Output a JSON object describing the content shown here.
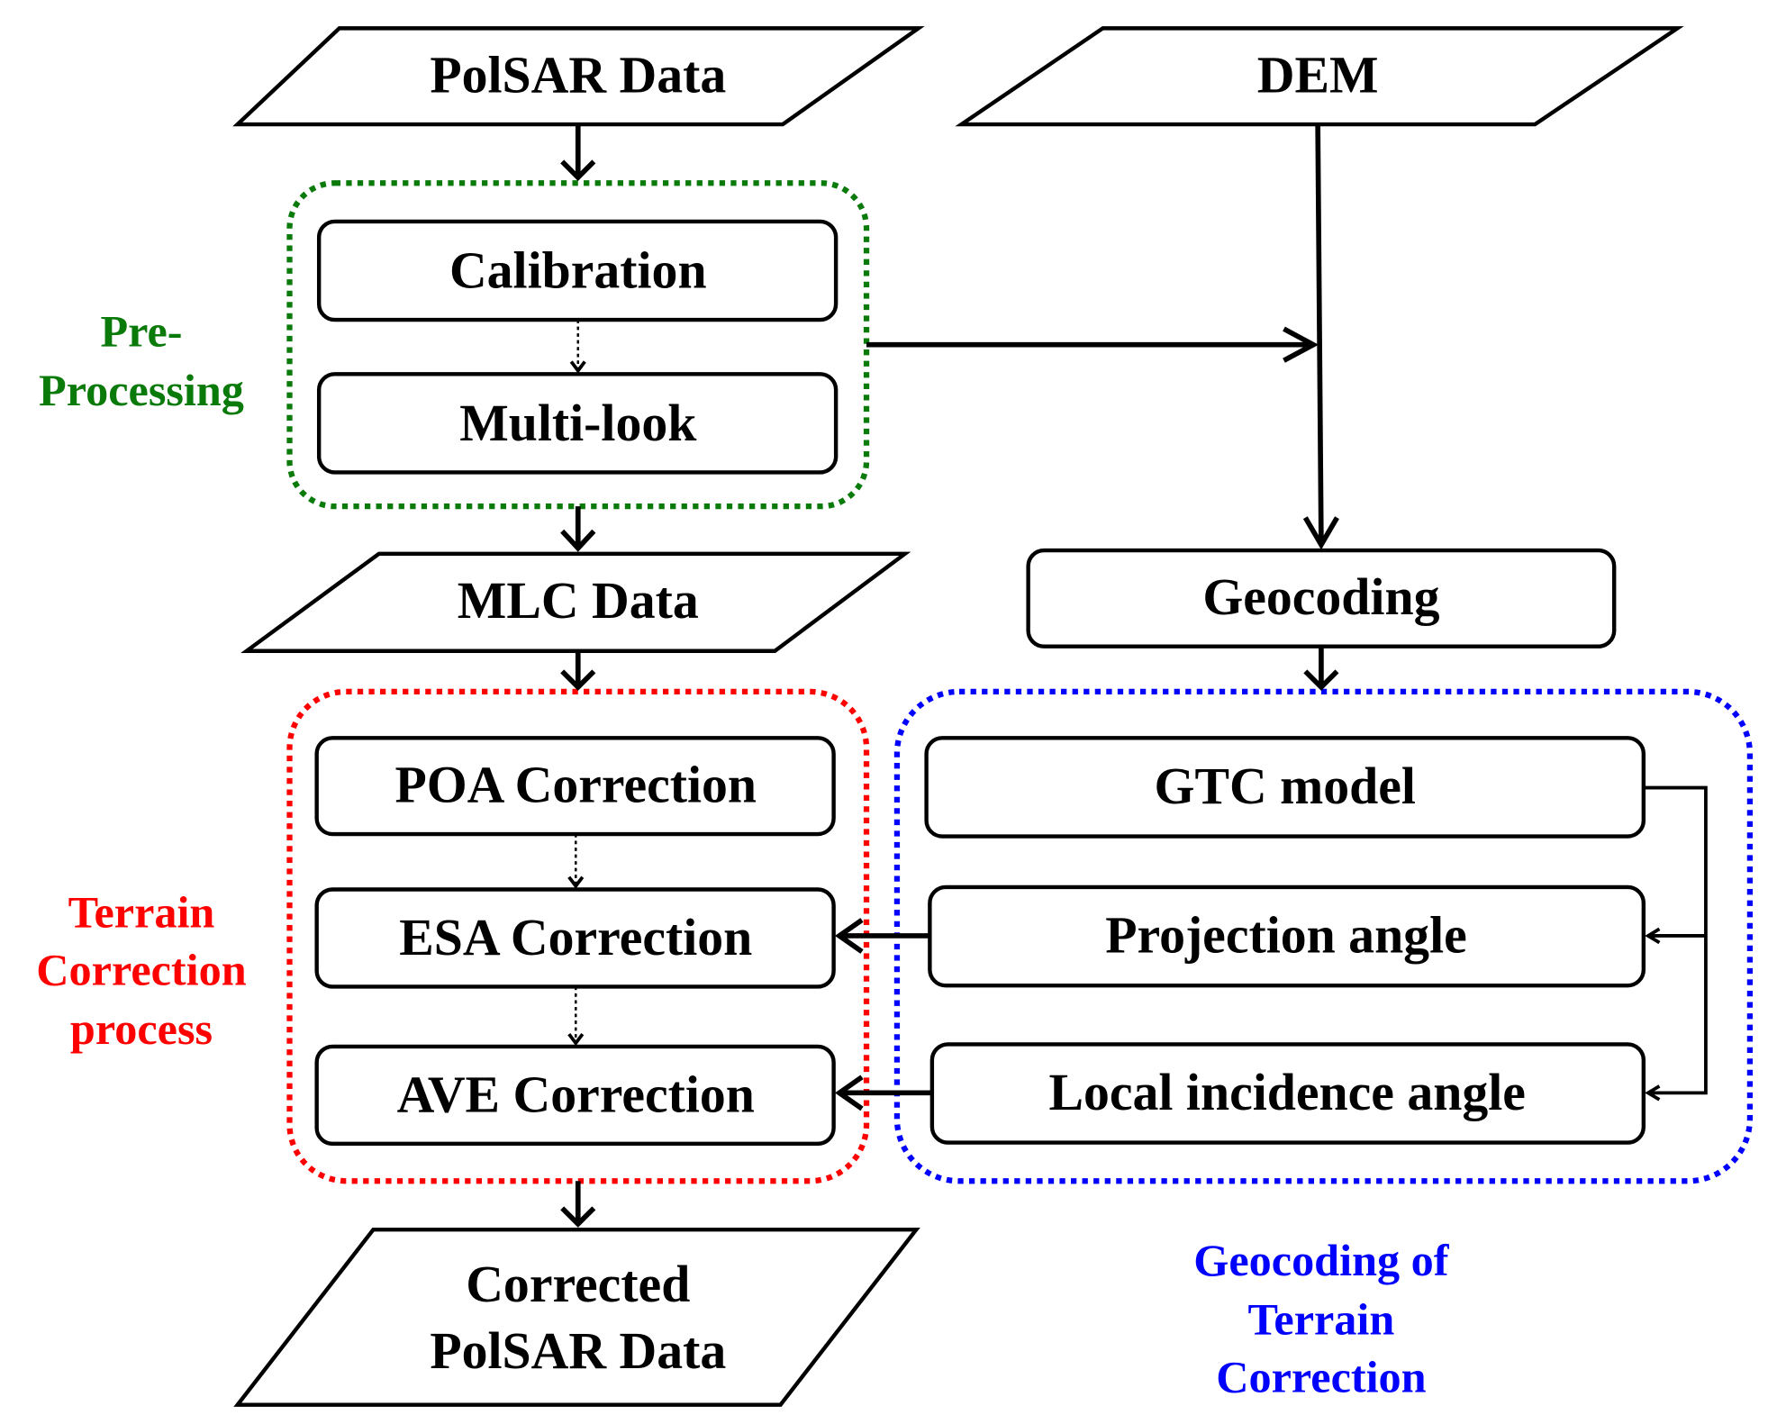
{
  "nodes": {
    "polsar_data": "PolSAR Data",
    "dem": "DEM",
    "calibration": "Calibration",
    "multilook": "Multi-look",
    "mlc_data": "MLC Data",
    "geocoding": "Geocoding",
    "poa": "POA Correction",
    "esa": "ESA Correction",
    "ave": "AVE Correction",
    "gtc": "GTC model",
    "projection": "Projection angle",
    "local_incidence": "Local incidence angle",
    "corrected_line1": "Corrected",
    "corrected_line2": "PolSAR Data"
  },
  "groups": {
    "preprocessing": {
      "lines": [
        "Pre-",
        "Processing"
      ],
      "color": "#0a7a0a"
    },
    "terrain_correction": {
      "lines": [
        "Terrain",
        "Correction",
        "process"
      ],
      "color": "#ff0000"
    },
    "geocoding_terrain": {
      "lines": [
        "Geocoding of",
        "Terrain",
        "Correction"
      ],
      "color": "#0000ff"
    }
  }
}
